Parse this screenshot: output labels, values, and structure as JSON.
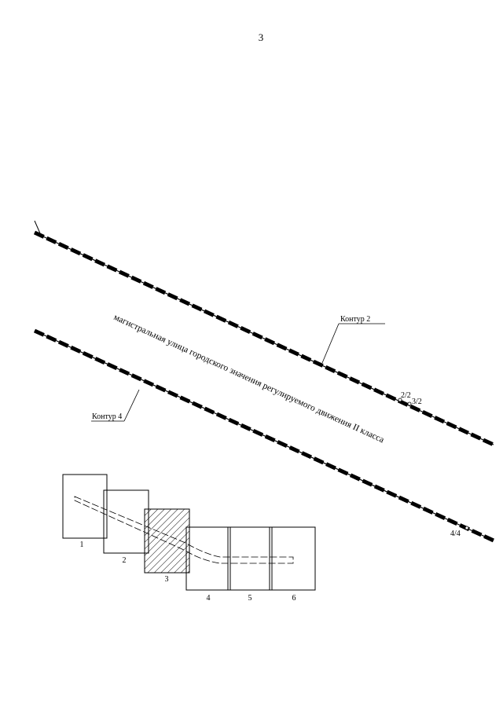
{
  "page_number": "3",
  "street_label": "магистральная улица городского значения регулируемого движения II класса",
  "callouts": {
    "contour_2": "Контур 2",
    "contour_4": "Контур 4"
  },
  "point_labels": {
    "p2_2": "2/2",
    "p3_2": "3/2",
    "p4_4": "4/4"
  },
  "sheet_index": {
    "sheets": [
      "1",
      "2",
      "3",
      "4",
      "5",
      "6"
    ],
    "highlighted_sheet": "3"
  }
}
